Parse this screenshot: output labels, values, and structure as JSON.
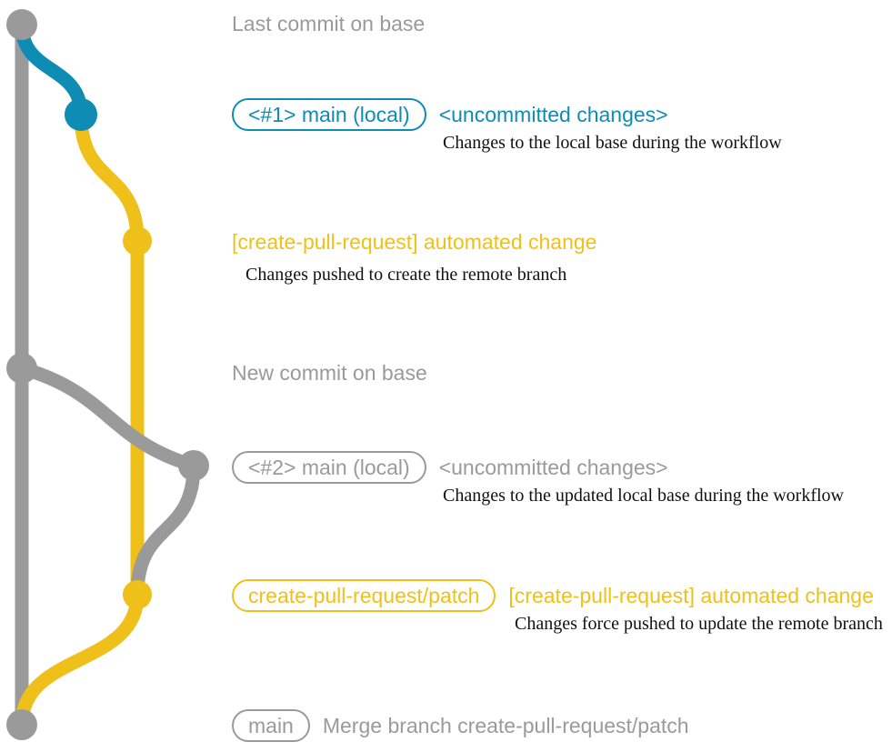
{
  "diagram": {
    "title": "git branch graph for create-pull-request workflow",
    "colors": {
      "base": "#9a9a9a",
      "local": "#0e8cb4",
      "remote": "#efc01a",
      "description_text": "#111111",
      "background": "#ffffff"
    },
    "lane_labels": {
      "base_lane": "base",
      "local_lane": "main (local)",
      "remote_lane": "create-pull-request/patch"
    }
  },
  "entries": [
    {
      "id": "last-commit-on-base",
      "node_color": "#9a9a9a",
      "pill": null,
      "message": "Last commit on base",
      "message_color": "#9a9a9a",
      "description": null
    },
    {
      "id": "local-commit-1",
      "node_color": "#0e8cb4",
      "pill": "<#1> main (local)",
      "message": "<uncommitted changes>",
      "message_color": "#0e8cb4",
      "description": "Changes to the local base during the workflow"
    },
    {
      "id": "automated-change-1",
      "node_color": "#efc01a",
      "pill": null,
      "message": "[create-pull-request] automated change",
      "message_color": "#efc01a",
      "description": "Changes pushed to create the remote branch"
    },
    {
      "id": "new-commit-on-base",
      "node_color": "#9a9a9a",
      "pill": null,
      "message": "New commit on base",
      "message_color": "#9a9a9a",
      "description": null
    },
    {
      "id": "local-commit-2",
      "node_color": "#9a9a9a",
      "pill": "<#2> main (local)",
      "message": "<uncommitted changes>",
      "message_color": "#9a9a9a",
      "description": "Changes to the updated local base during the workflow"
    },
    {
      "id": "automated-change-2",
      "node_color": "#efc01a",
      "pill": "create-pull-request/patch",
      "message": "[create-pull-request] automated change",
      "message_color": "#efc01a",
      "description": "Changes force pushed to update the remote branch"
    },
    {
      "id": "merge-commit",
      "node_color": "#9a9a9a",
      "pill": "main",
      "message": "Merge branch create-pull-request/patch",
      "message_color": "#9a9a9a",
      "description": null
    }
  ]
}
